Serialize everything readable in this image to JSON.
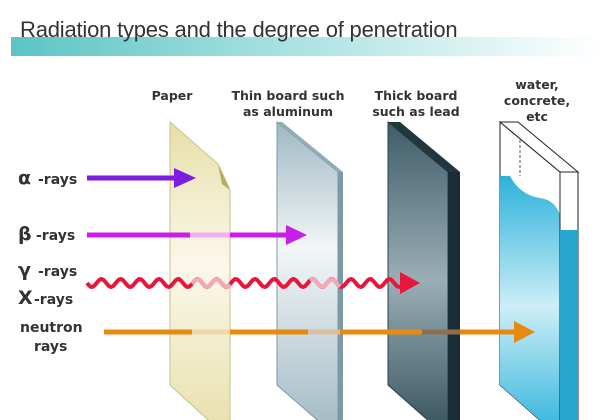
{
  "title": "Radiation types and the degree of penetration",
  "barriers": [
    {
      "label_lines": [
        "Paper"
      ]
    },
    {
      "label_lines": [
        "Thin board such",
        "as aluminum"
      ]
    },
    {
      "label_lines": [
        "Thick board",
        "such as lead"
      ]
    },
    {
      "label_lines": [
        "water,",
        "concrete,",
        "etc"
      ]
    }
  ],
  "rays": [
    {
      "symbol": "α",
      "label": "-rays",
      "stops_at": "Paper",
      "color": "#7a1ee0"
    },
    {
      "symbol": "β",
      "label": "-rays",
      "stops_at": "Thin board such as aluminum",
      "color": "#c81ee8"
    },
    {
      "symbol": "γ",
      "label": "-rays",
      "symbol2": "X",
      "label2": "-rays",
      "stops_at": "Thick board such as lead",
      "color": "#e8163c"
    },
    {
      "label": "neutron",
      "label2": "rays",
      "stops_at": "water, concrete, etc",
      "color": "#e88a10"
    }
  ]
}
